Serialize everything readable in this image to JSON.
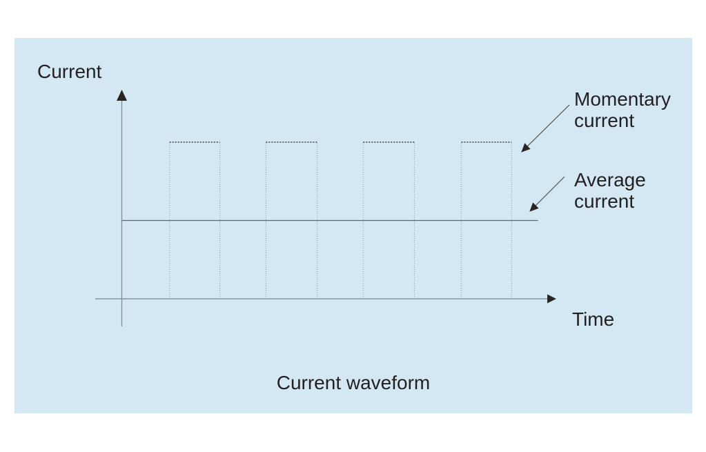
{
  "figure": {
    "caption": "Current waveform",
    "y_axis_label": "Current",
    "x_axis_label": "Time",
    "annotation_momentary": "Momentary current",
    "annotation_average": "Average current"
  },
  "colors": {
    "page_background": "#ffffff",
    "panel_background": "#d4e8f3",
    "axis_line": "#76858f",
    "average_line": "#5a6a74",
    "text": "#231f20",
    "arrowhead": "#2b2320",
    "pulse_top_dots": "#3d3d3d",
    "pulse_side_dots": "#90a0aa"
  },
  "chart_data": {
    "type": "line",
    "title": "Current waveform",
    "xlabel": "Time",
    "ylabel": "Current",
    "x_range": [
      0,
      1
    ],
    "y_range": [
      0,
      1
    ],
    "grid": false,
    "legend_position": "right-annotations",
    "series": [
      {
        "name": "Momentary current",
        "style": "dotted-pulse-train",
        "level_high": 1.0,
        "level_low": 0.0,
        "pulse_count": 4,
        "duty_cycle": 0.52,
        "pulses_t": [
          [
            0.112,
            0.23
          ],
          [
            0.338,
            0.458
          ],
          [
            0.566,
            0.686
          ],
          [
            0.796,
            0.914
          ]
        ]
      },
      {
        "name": "Average current",
        "style": "solid-horizontal-line",
        "level": 0.5,
        "t_extent": [
          0.0,
          0.976
        ]
      }
    ],
    "annotations": [
      {
        "text": "Momentary current",
        "points_to": "top edge of fourth pulse"
      },
      {
        "text": "Average current",
        "points_to": "average level line"
      }
    ]
  }
}
